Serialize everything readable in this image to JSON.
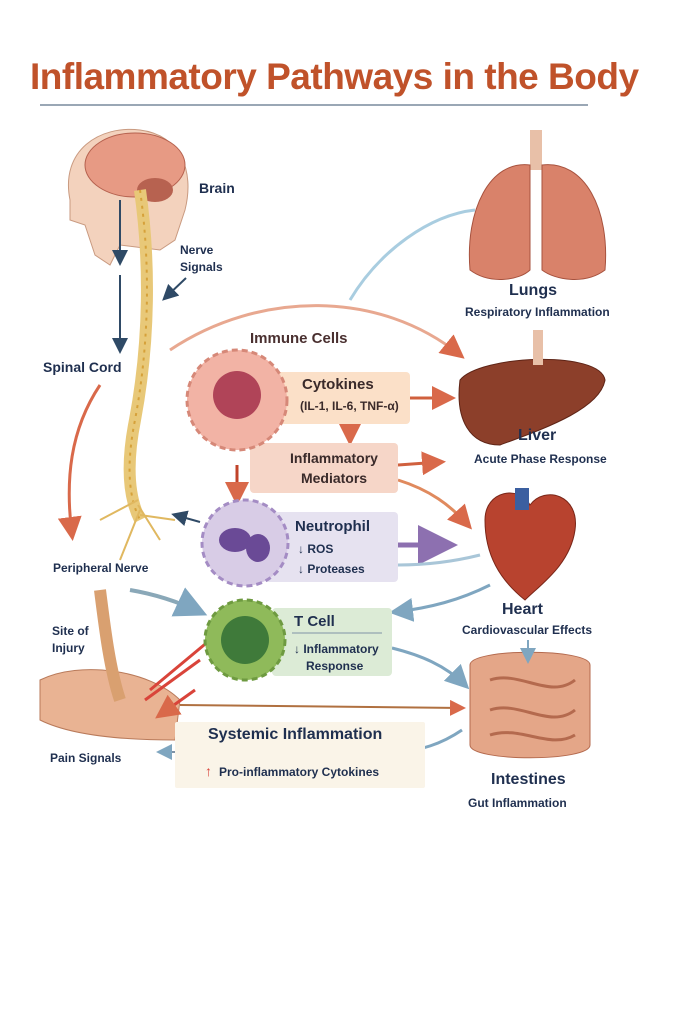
{
  "title": "Inflammatory Pathways in the Body",
  "labels": {
    "brain": "Brain",
    "nerve_signals_1": "Nerve",
    "nerve_signals_2": "Signals",
    "spinal_cord": "Spinal Cord",
    "peripheral_nerve": "Peripheral Nerve",
    "site_of_injury_1": "Site of",
    "site_of_injury_2": "Injury",
    "pain_signals": "Pain Signals",
    "immune_cells": "Immune Cells"
  },
  "organs": {
    "lungs": {
      "name": "Lungs",
      "effect": "Respiratory Inflammation"
    },
    "liver": {
      "name": "Liver",
      "effect": "Acute Phase Response"
    },
    "heart": {
      "name": "Heart",
      "effect": "Cardiovascular  Effects"
    },
    "intestines": {
      "name": "Intestines",
      "effect": "Gut Inflammation"
    }
  },
  "cells": {
    "cytokines": {
      "title": "Cytokines",
      "detail": "(IL-1, IL-6, TNF-α)"
    },
    "mediators": {
      "line1": "Inflammatory",
      "line2": "Mediators"
    },
    "neutrophil": {
      "title": "Neutrophil",
      "item1": "↓ ROS",
      "item2": "↓ Proteases"
    },
    "tcell": {
      "title": "T Cell",
      "line1": "↓ Inflammatory",
      "line2": "Response"
    }
  },
  "systemic": {
    "title": "Systemic Inflammation",
    "detail": "Pro-inflammatory Cytokines",
    "arrow": "↑"
  },
  "colors": {
    "title": "#c0522a",
    "text": "#1f2f4f",
    "arrow_orange": "#d9694a",
    "arrow_blue": "#7fa6c0"
  }
}
